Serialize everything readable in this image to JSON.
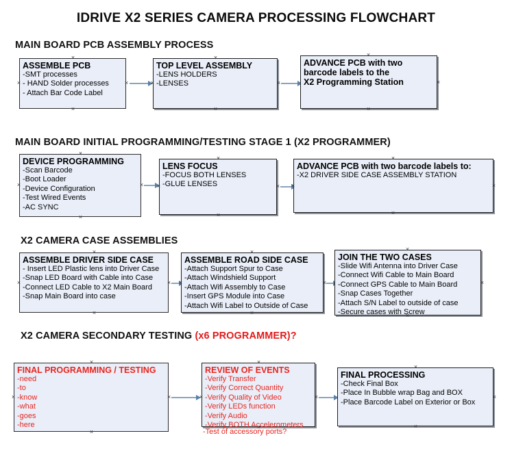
{
  "title": "IDRIVE X2  SERIES CAMERA PROCESSING FLOWCHART",
  "colors": {
    "box_fill": "#e9eef8",
    "box_border": "#2b2b2b",
    "arrow": "#8ba4bd",
    "accent_red": "#e8261f",
    "text": "#000000"
  },
  "sections": [
    {
      "id": "main-board-pcb-assembly",
      "heading": "MAIN BOARD PCB ASSEMBLY PROCESS",
      "heading_accent": "",
      "boxes": [
        {
          "id": "assemble-pcb",
          "title": "ASSEMBLE PCB",
          "lines": [
            "-SMT processes",
            "- HAND Solder processes",
            "- Attach Bar Code Label"
          ]
        },
        {
          "id": "top-level-assembly",
          "title": "TOP LEVEL ASSEMBLY",
          "lines": [
            "-LENS HOLDERS",
            "-LENSES"
          ]
        },
        {
          "id": "advance-pcb-to-x2-programming-station",
          "title": "ADVANCE PCB with two",
          "lines": [
            "barcode labels to the",
            " X2 Programming Station"
          ]
        }
      ]
    },
    {
      "id": "main-board-initial-programming",
      "heading": "MAIN BOARD INITIAL PROGRAMMING/TESTING STAGE 1 (X2 PROGRAMMER)",
      "heading_accent": "",
      "boxes": [
        {
          "id": "device-programming",
          "title": "DEVICE PROGRAMMING",
          "lines": [
            "-Scan Barcode",
            "-Boot Loader",
            "-Device Configuration",
            "-Test Wired Events",
            "-AC SYNC"
          ]
        },
        {
          "id": "lens-focus",
          "title": "LENS FOCUS",
          "lines": [
            "-FOCUS BOTH LENSES",
            "-GLUE LENSES"
          ]
        },
        {
          "id": "advance-pcb-to-driver-side-case-station",
          "title": "ADVANCE PCB with two barcode labels to:",
          "lines": [
            "-X2 DRIVER  SIDE  CASE  ASSEMBLY STATION"
          ]
        }
      ]
    },
    {
      "id": "x2-camera-case-assemblies",
      "heading": "X2 CAMERA CASE ASSEMBLIES",
      "heading_accent": "",
      "boxes": [
        {
          "id": "assemble-driver-side-case",
          "title": "ASSEMBLE DRIVER SIDE CASE",
          "lines": [
            "- Insert LED Plastic lens into Driver Case",
            "-Snap LED Board with Cable into Case",
            "-Connect LED Cable to X2 Main Board",
            "-Snap Main Board into case"
          ]
        },
        {
          "id": "assemble-road-side-case",
          "title": "ASSEMBLE ROAD SIDE CASE",
          "lines": [
            "-Attach Support Spur to Case",
            "-Attach Windshield Support",
            "-Attach Wifi Assembly to Case",
            "-Insert GPS Module into Case",
            "-Attach Wifi Label to Outside of Case"
          ]
        },
        {
          "id": "join-the-two-cases",
          "title": "JOIN THE TWO CASES",
          "lines": [
            "-Slide Wifi Antenna into Driver Case",
            "-Connect Wifi Cable to Main Board",
            "-Connect GPS Cable to Main Board",
            "-Snap Cases Together",
            "-Attach S/N Label to outside of case",
            "-Secure cases with Screw"
          ]
        }
      ]
    },
    {
      "id": "x2-camera-secondary-testing",
      "heading": "X2 CAMERA SECONDARY TESTING ",
      "heading_accent": "(x6 PROGRAMMER)?",
      "boxes": [
        {
          "id": "final-programming-testing",
          "title": "FINAL PROGRAMMING / TESTING",
          "lines": [
            "-need",
            "-to",
            "-know",
            "-what",
            "-goes",
            "-here"
          ]
        },
        {
          "id": "review-of-events",
          "title": "REVIEW OF EVENTS",
          "lines": [
            "-Verify Transfer",
            "-Verify Correct Quantity",
            "-Verify Quality of Video",
            "-Verify LEDs function",
            "-Verify Audio",
            "-Verify BOTH Accelerometers"
          ],
          "overflow_line": "-Test of accessory ports?"
        },
        {
          "id": "final-processing",
          "title": "FINAL PROCESSING",
          "lines": [
            " -Check Final Box",
            "-Place In Bubble wrap Bag and BOX",
            "-Place Barcode Label on Exterior or Box"
          ]
        }
      ]
    }
  ]
}
